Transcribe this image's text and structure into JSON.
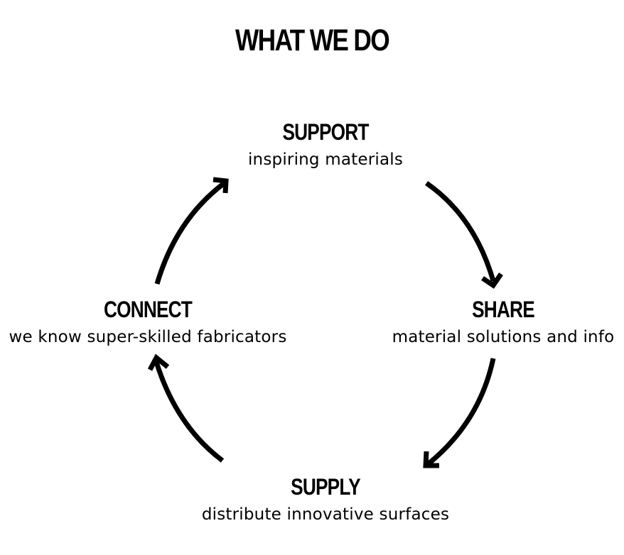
{
  "title": "WHAT WE DO",
  "nodes": {
    "support": {
      "label": "SUPPORT",
      "description": "inspiring materials"
    },
    "share": {
      "label": "SHARE",
      "description": "material solutions and info"
    },
    "supply": {
      "label": "SUPPLY",
      "description": "distribute innovative surfaces"
    },
    "connect": {
      "label": "CONNECT",
      "description": "we know super-skilled fabricators"
    }
  },
  "cycle_order": [
    "support",
    "share",
    "supply",
    "connect"
  ],
  "colors": {
    "text": "#000000",
    "arrow": "#000000",
    "background": "#ffffff"
  }
}
